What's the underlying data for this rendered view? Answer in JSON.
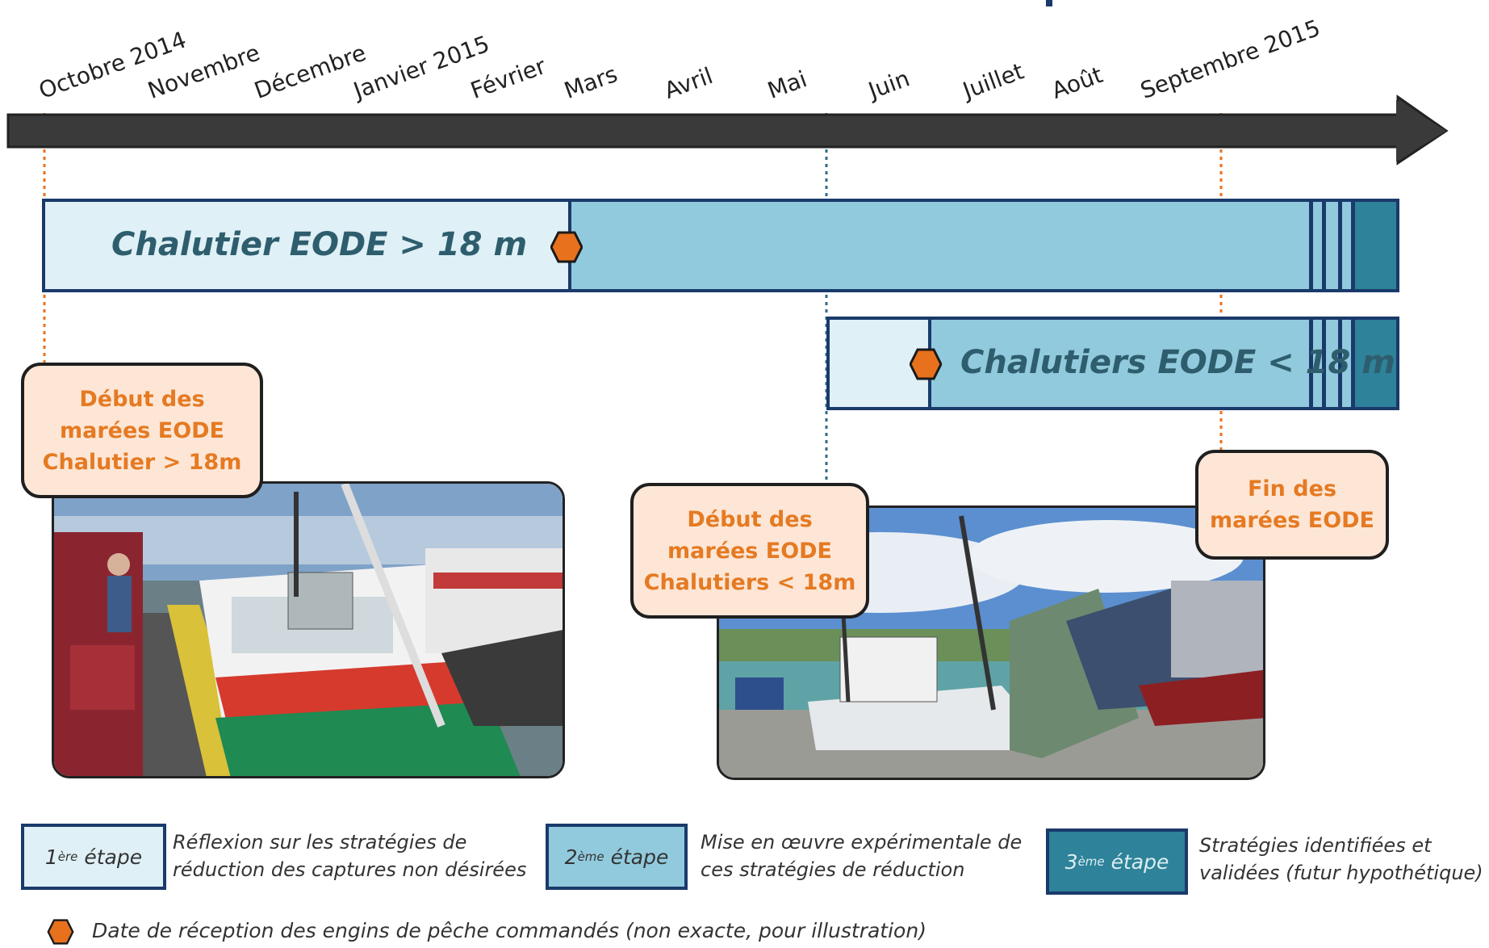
{
  "timeline": {
    "months": [
      "Octobre 2014",
      "Novembre",
      "Décembre",
      "Janvier 2015",
      "Février",
      "Mars",
      "Avril",
      "Mai",
      "Juin",
      "Juillet",
      "Août",
      "Septembre 2015"
    ]
  },
  "bars": {
    "large": {
      "label": "Chalutier  EODE > 18 m"
    },
    "small": {
      "label": "Chalutiers  EODE < 18 m"
    }
  },
  "callouts": {
    "start_large": {
      "line1": "Début des",
      "line2": "marées EODE",
      "line3": "Chalutier > 18m"
    },
    "start_small": {
      "line1": "Début des",
      "line2": "marées EODE",
      "line3": "Chalutiers < 18m"
    },
    "end": {
      "line1": "Fin des",
      "line2": "marées EODE"
    }
  },
  "legend": {
    "step1": {
      "ordinal": "1",
      "sup": "ère",
      "word": " étape",
      "text1": "Réflexion sur les  stratégies de",
      "text2": "réduction des captures non désirées"
    },
    "step2": {
      "ordinal": "2",
      "sup": "ème",
      "word": " étape",
      "text1": "Mise en œuvre expérimentale de",
      "text2": "ces stratégies de réduction"
    },
    "step3": {
      "ordinal": "3",
      "sup": "ème",
      "word": " étape",
      "text1": "Stratégies identifiées et",
      "text2": "validées (futur hypothétique)"
    },
    "marker_note": "Date de réception des engins de pêche commandés (non exacte, pour illustration)"
  },
  "colors": {
    "step1": "#dff0f6",
    "step2": "#92cadd",
    "step3": "#2e8299",
    "marker": "#e8711d",
    "axis": "#3a3a3a",
    "callout_fill": "#fde6d6",
    "callout_text": "#e57a22"
  },
  "icons": [
    "hexagon-marker-icon",
    "timeline-arrow-icon"
  ]
}
